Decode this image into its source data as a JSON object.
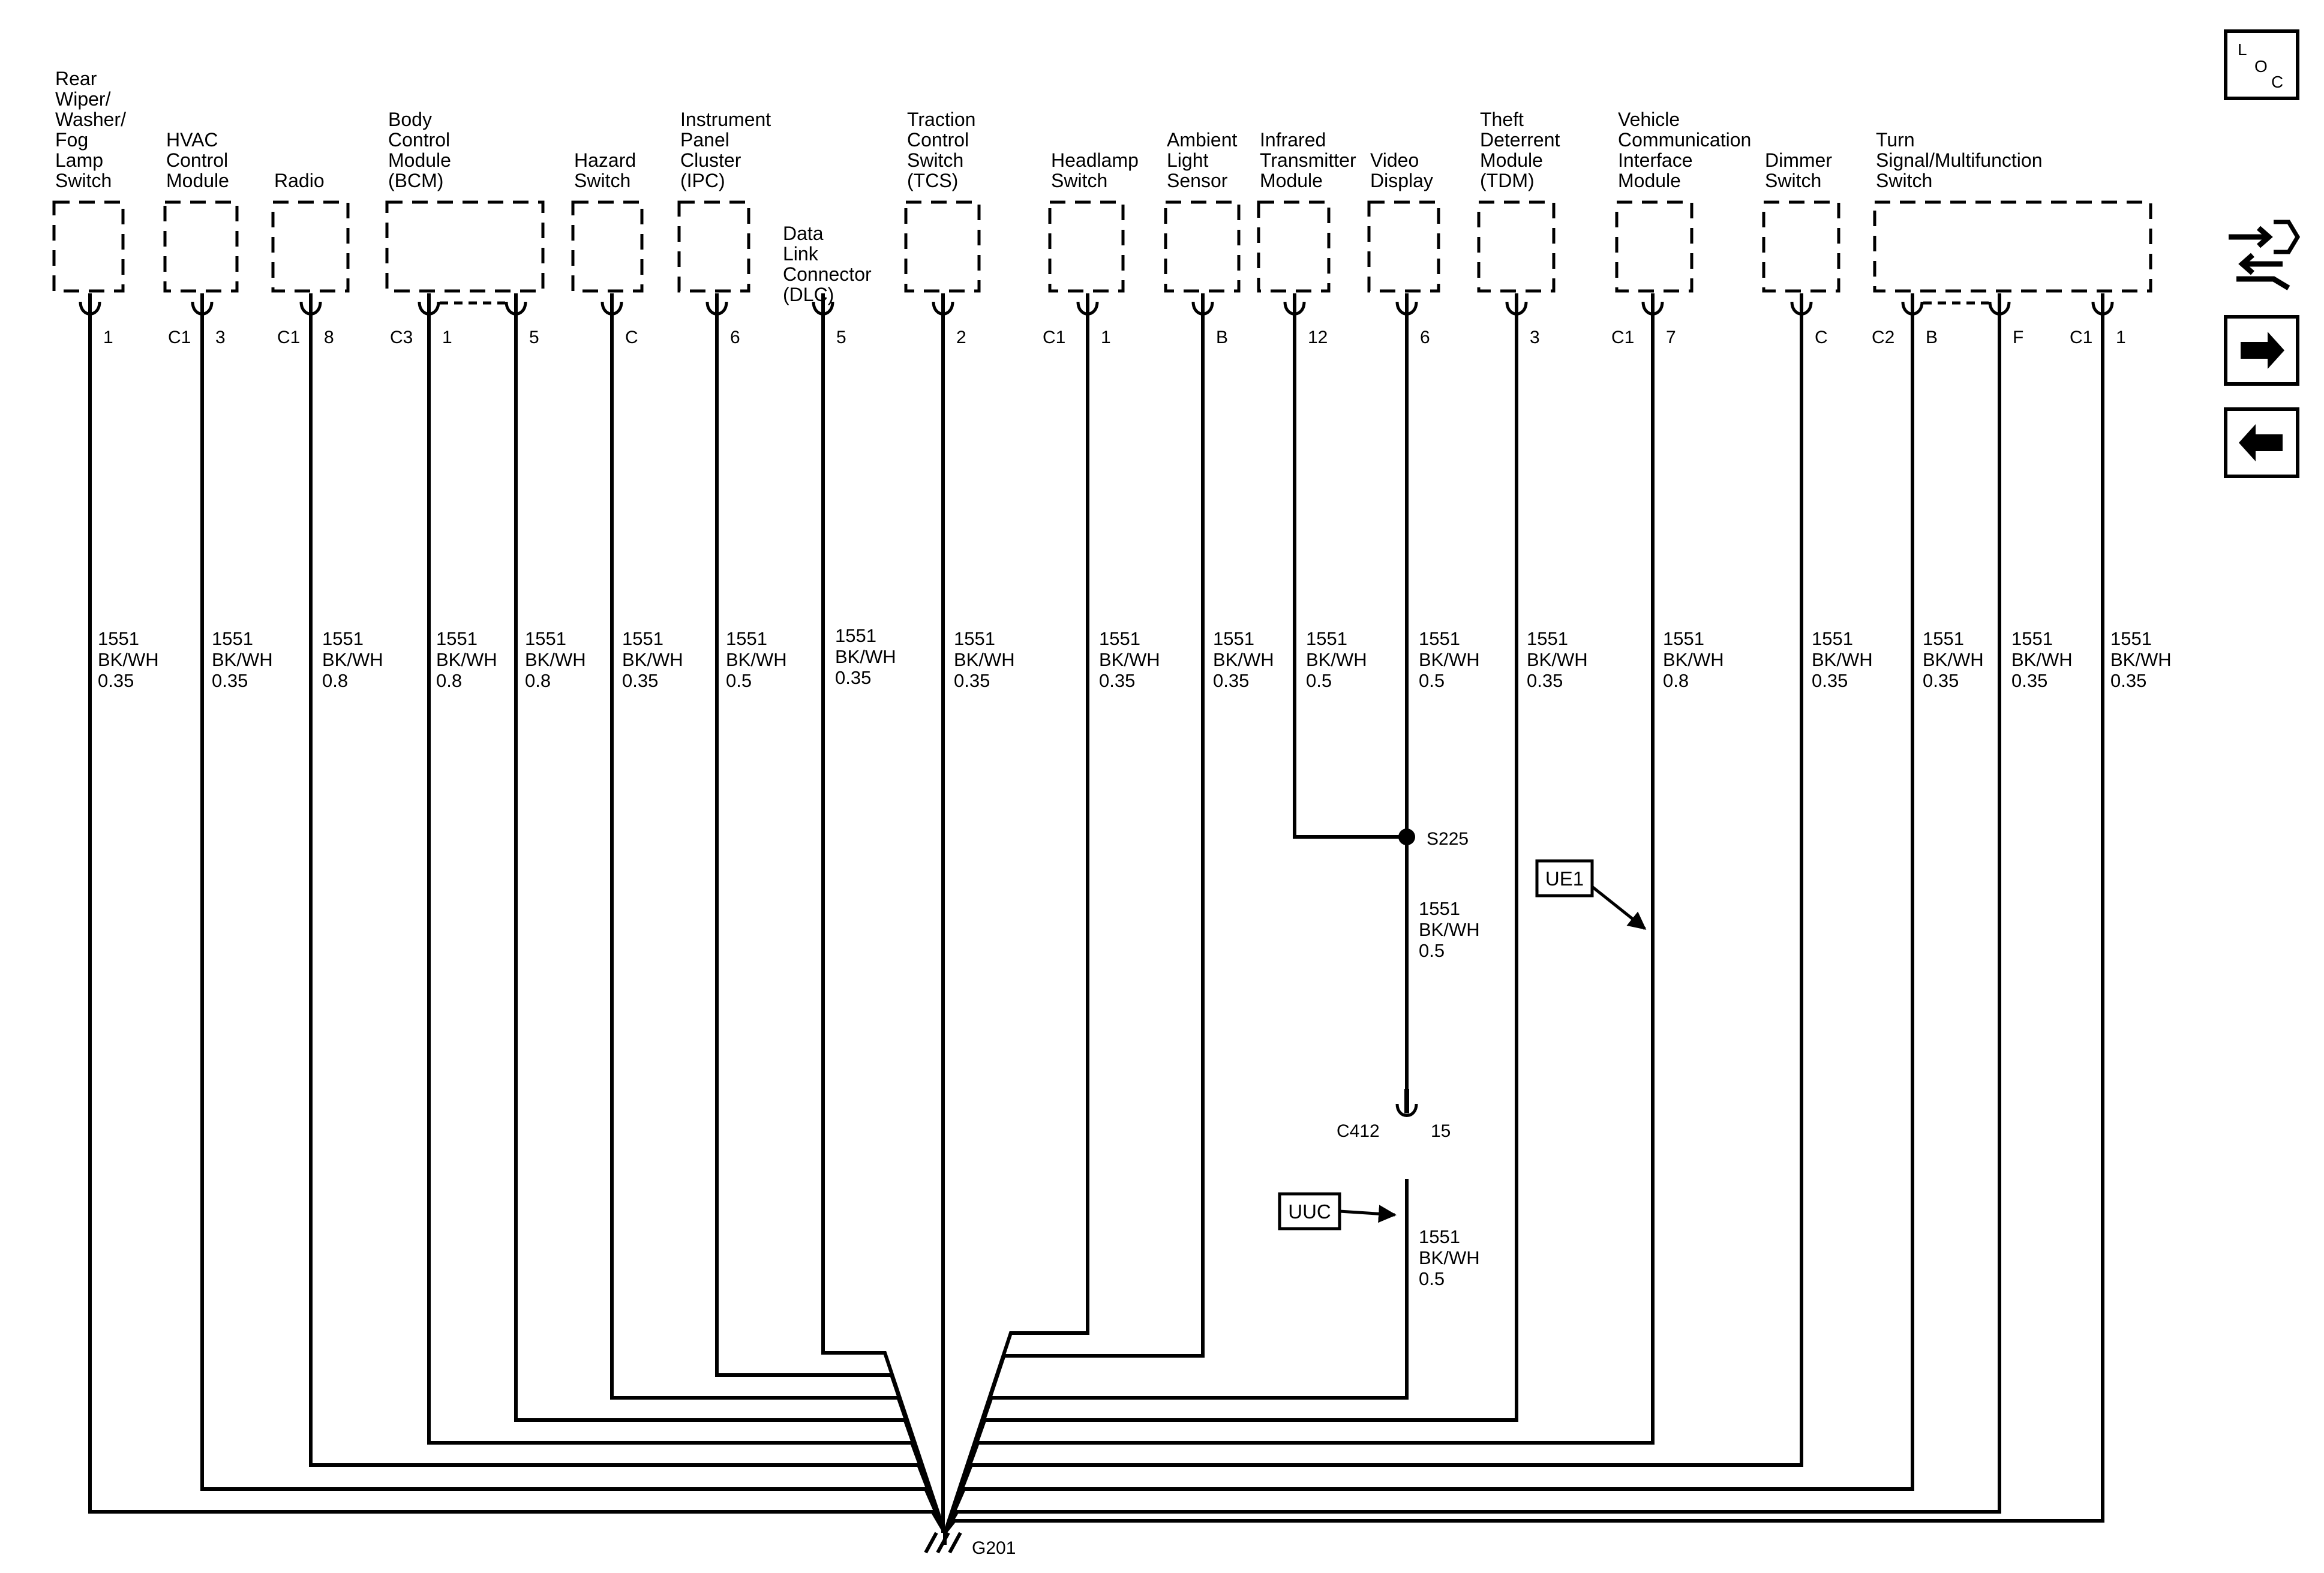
{
  "components": [
    {
      "id": "rear-wiper",
      "label": [
        "Rear",
        "Wiper/",
        "Washer/",
        "Fog",
        "Lamp",
        "Switch"
      ],
      "connector": "",
      "pin": "1"
    },
    {
      "id": "hvac",
      "label": [
        "HVAC",
        "Control",
        "Module"
      ],
      "connector": "C1",
      "pin": "3"
    },
    {
      "id": "radio",
      "label": [
        "Radio"
      ],
      "connector": "C1",
      "pin": "8"
    },
    {
      "id": "bcm",
      "label": [
        "Body",
        "Control",
        "Module",
        "(BCM)"
      ],
      "connector": "C3",
      "pins": [
        "1",
        "5"
      ]
    },
    {
      "id": "hazard",
      "label": [
        "Hazard",
        "Switch"
      ],
      "connector": "",
      "pin": "C"
    },
    {
      "id": "ipc",
      "label": [
        "Instrument",
        "Panel",
        "Cluster",
        "(IPC)"
      ],
      "connector": "",
      "pin": "6"
    },
    {
      "id": "dlc",
      "label": [
        "Data",
        "Link",
        "Connector",
        "(DLC)"
      ],
      "connector": "",
      "pin": "5"
    },
    {
      "id": "tcs",
      "label": [
        "Traction",
        "Control",
        "Switch",
        "(TCS)"
      ],
      "connector": "",
      "pin": "2"
    },
    {
      "id": "headlamp",
      "label": [
        "Headlamp",
        "Switch"
      ],
      "connector": "C1",
      "pin": "1"
    },
    {
      "id": "ambient",
      "label": [
        "Ambient",
        "Light",
        "Sensor"
      ],
      "connector": "",
      "pin": "B"
    },
    {
      "id": "infrared",
      "label": [
        "Infrared",
        "Transmitter",
        "Module"
      ],
      "connector": "",
      "pin": "12"
    },
    {
      "id": "video",
      "label": [
        "Video",
        "Display"
      ],
      "connector": "",
      "pin": "6"
    },
    {
      "id": "tdm",
      "label": [
        "Theft",
        "Deterrent",
        "Module",
        "(TDM)"
      ],
      "connector": "",
      "pin": "3"
    },
    {
      "id": "vcim",
      "label": [
        "Vehicle",
        "Communication",
        "Interface",
        "Module"
      ],
      "connector": "C1",
      "pin": "7"
    },
    {
      "id": "dimmer",
      "label": [
        "Dimmer",
        "Switch"
      ],
      "connector": "",
      "pin": "C"
    },
    {
      "id": "turn-signal",
      "label": [
        "Turn",
        "Signal/Multifunction",
        "Switch"
      ],
      "connectors": [
        "C2",
        "C1"
      ],
      "pins": [
        "B",
        "F",
        "1"
      ]
    }
  ],
  "wires": [
    {
      "circuit": "1551",
      "color": "BK/WH",
      "gauge": "0.35"
    },
    {
      "circuit": "1551",
      "color": "BK/WH",
      "gauge": "0.35"
    },
    {
      "circuit": "1551",
      "color": "BK/WH",
      "gauge": "0.8"
    },
    {
      "circuit": "1551",
      "color": "BK/WH",
      "gauge": "0.8"
    },
    {
      "circuit": "1551",
      "color": "BK/WH",
      "gauge": "0.8"
    },
    {
      "circuit": "1551",
      "color": "BK/WH",
      "gauge": "0.35"
    },
    {
      "circuit": "1551",
      "color": "BK/WH",
      "gauge": "0.5"
    },
    {
      "circuit": "1551",
      "color": "BK/WH",
      "gauge": "0.35"
    },
    {
      "circuit": "1551",
      "color": "BK/WH",
      "gauge": "0.35"
    },
    {
      "circuit": "1551",
      "color": "BK/WH",
      "gauge": "0.35"
    },
    {
      "circuit": "1551",
      "color": "BK/WH",
      "gauge": "0.35"
    },
    {
      "circuit": "1551",
      "color": "BK/WH",
      "gauge": "0.5"
    },
    {
      "circuit": "1551",
      "color": "BK/WH",
      "gauge": "0.5"
    },
    {
      "circuit": "1551",
      "color": "BK/WH",
      "gauge": "0.35"
    },
    {
      "circuit": "1551",
      "color": "BK/WH",
      "gauge": "0.8"
    },
    {
      "circuit": "1551",
      "color": "BK/WH",
      "gauge": "0.35"
    },
    {
      "circuit": "1551",
      "color": "BK/WH",
      "gauge": "0.35"
    },
    {
      "circuit": "1551",
      "color": "BK/WH",
      "gauge": "0.35"
    },
    {
      "circuit": "1551",
      "color": "BK/WH",
      "gauge": "0.35"
    }
  ],
  "video_lower_wires": [
    {
      "circuit": "1551",
      "color": "BK/WH",
      "gauge": "0.5"
    },
    {
      "circuit": "1551",
      "color": "BK/WH",
      "gauge": "0.5"
    }
  ],
  "splice": {
    "label": "S225"
  },
  "inline_connector": {
    "label": "C412",
    "pin": "15"
  },
  "ground": {
    "label": "G201"
  },
  "option_boxes": [
    {
      "label": "UE1"
    },
    {
      "label": "UUC"
    }
  ],
  "nav": {
    "loc_letters": [
      "L",
      "O",
      "C"
    ]
  },
  "colors": {
    "line": "#000000",
    "background": "#ffffff"
  }
}
